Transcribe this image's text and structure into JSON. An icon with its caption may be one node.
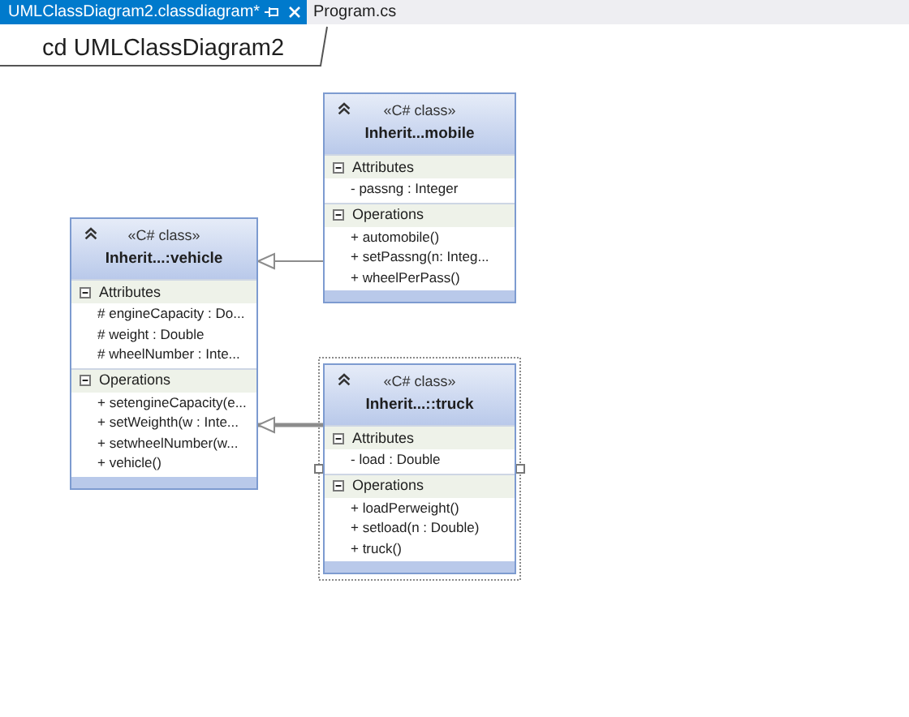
{
  "diagram": {
    "title": "cd UMLClassDiagram2",
    "nodes": [
      {
        "text": [
          "«C# class»",
          "Inherit...mobile"
        ]
      },
      {
        "text": [
          "Attributes",
          "- passng : Integer"
        ],
        "in": 0
      },
      {
        "text": [
          "Operations",
          "+ automobile()",
          "+ setPassng(n: Integ...",
          "+ wheelPerPass()"
        ],
        "in": 0
      },
      {
        "text": [
          "«C# class»",
          "Inherit...:vehicle"
        ]
      },
      {
        "text": [
          "Attributes",
          "# engineCapacity : Do...",
          "# weight : Double",
          "# wheelNumber : Inte..."
        ],
        "in": 3
      },
      {
        "text": [
          "Operations",
          "+ setengineCapacity(e...",
          "+ setWeighth(w : Inte...",
          "+ setwheelNumber(w...",
          "+ vehicle()"
        ],
        "in": 3
      },
      {
        "text": [
          "«C# class»",
          "Inherit...::truck"
        ]
      },
      {
        "text": [
          "Attributes",
          "- load : Double"
        ],
        "in": 6
      },
      {
        "text": [
          "Operations",
          "+ loadPerweight()",
          "+ setload(n : Double)",
          "+ truck()"
        ],
        "in": 6
      }
    ],
    "edges": [
      {
        "from": 0,
        "to": 3,
        "arrow": "to"
      },
      {
        "from": 6,
        "to": 3,
        "arrow": "to",
        "style": "thick"
      }
    ],
    "labels": [
      "UMLClassDiagram2.classdiagram*",
      "Program.cs"
    ]
  }
}
